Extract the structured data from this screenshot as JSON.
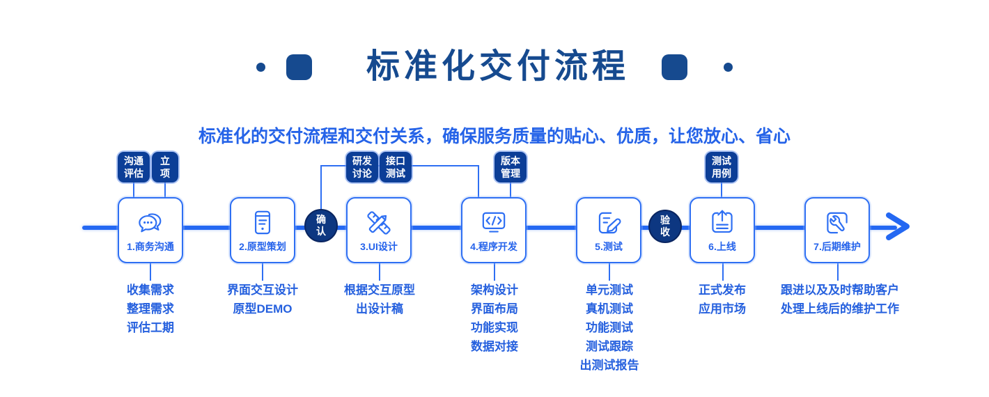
{
  "colors": {
    "navy": "#164a8f",
    "subtitle": "#2563e8",
    "line": "#2468f2",
    "border": "#2e6ff3",
    "label": "#2563eb",
    "detail": "#2560de",
    "tag": "#0c3e97",
    "circle": "#0d3781",
    "circleRing": "#0a2560",
    "bg": "#ffffff"
  },
  "header": {
    "title": "标准化交付流程",
    "subtitle": "标准化的交付流程和交付关系，确保服务质量的贴心、优质，让您放心、省心"
  },
  "flow": {
    "steps": [
      {
        "label": "1.商务沟通",
        "icon": "chat-icon",
        "details": [
          "收集需求",
          "整理需求",
          "评估工期"
        ]
      },
      {
        "label": "2.原型策划",
        "icon": "prototype-icon",
        "details": [
          "界面交互设计",
          "原型DEMO"
        ]
      },
      {
        "label": "3.UI设计",
        "icon": "design-icon",
        "details": [
          "根据交互原型",
          "出设计稿"
        ]
      },
      {
        "label": "4.程序开发",
        "icon": "code-icon",
        "details": [
          "架构设计",
          "界面布局",
          "功能实现",
          "数据对接"
        ]
      },
      {
        "label": "5.测试",
        "icon": "test-icon",
        "details": [
          "单元测试",
          "真机测试",
          "功能测试",
          "测试跟踪",
          "出测试报告"
        ]
      },
      {
        "label": "6.上线",
        "icon": "launch-icon",
        "details": [
          "正式发布",
          "应用市场"
        ]
      },
      {
        "label": "7.后期维护",
        "icon": "maintenance-icon",
        "details": [
          "跟进以及及时帮助客户",
          "处理上线后的维护工作"
        ]
      }
    ],
    "tags": [
      {
        "label": "沟通评估"
      },
      {
        "label": "立项"
      },
      {
        "label": "研发讨论"
      },
      {
        "label": "接口测试"
      },
      {
        "label": "版本管理"
      },
      {
        "label": "测试用例"
      }
    ],
    "milestones": [
      {
        "label": "确认"
      },
      {
        "label": "验收"
      }
    ]
  }
}
